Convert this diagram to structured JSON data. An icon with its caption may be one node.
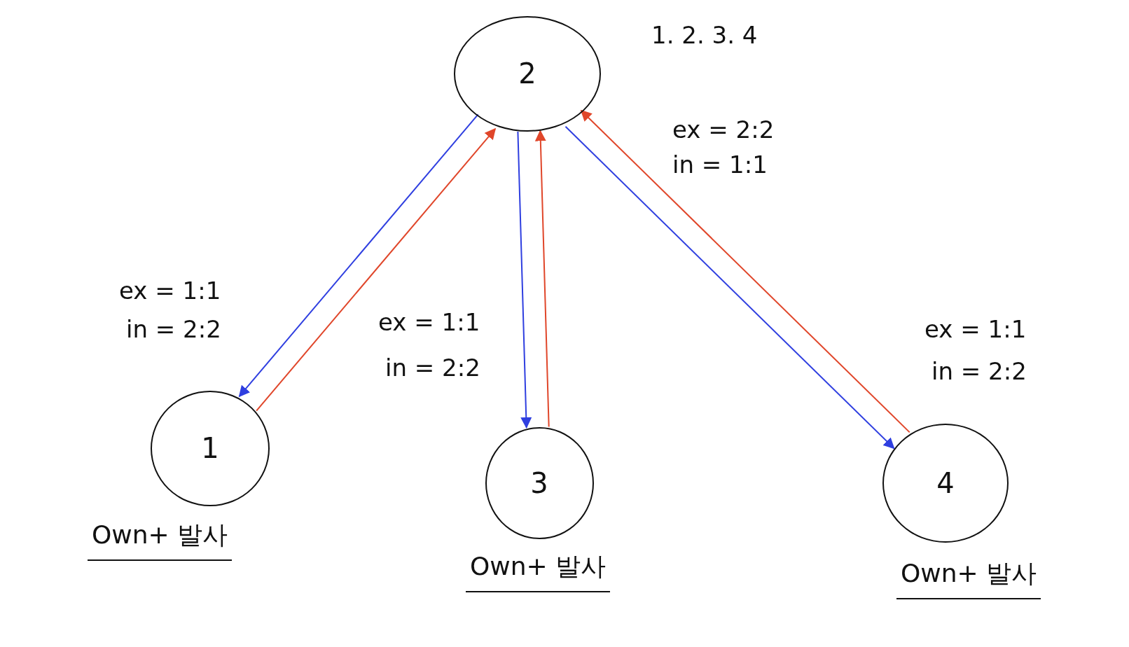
{
  "diagram": {
    "nodes": [
      {
        "text": [
          "2"
        ]
      },
      {
        "text": [
          "1"
        ],
        "beside": [
          "Own+ 발사"
        ]
      },
      {
        "text": [
          "3"
        ],
        "beside": [
          "Own+ 발사"
        ]
      },
      {
        "text": [
          "4"
        ],
        "beside": [
          "Own+ 발사"
        ]
      }
    ],
    "edges": [
      {
        "from": 0,
        "to": 1,
        "arrow": "to",
        "color": "#2f3fe0"
      },
      {
        "from": 1,
        "to": 0,
        "arrow": "to",
        "color": "#e0462a"
      },
      {
        "from": 0,
        "to": 2,
        "arrow": "to",
        "color": "#2f3fe0"
      },
      {
        "from": 2,
        "to": 0,
        "arrow": "to",
        "color": "#e0462a"
      },
      {
        "from": 0,
        "to": 3,
        "arrow": "to",
        "color": "#2f3fe0"
      },
      {
        "from": 3,
        "to": 0,
        "arrow": "to",
        "color": "#e0462a"
      }
    ],
    "labels": [
      "1. 2. 3. 4",
      "ex = 2:2",
      "in = 1:1",
      "ex = 1:1",
      "in = 2:2",
      "ex = 1:1",
      "in = 2:2",
      "ex = 1:1",
      "in = 2:2"
    ]
  }
}
